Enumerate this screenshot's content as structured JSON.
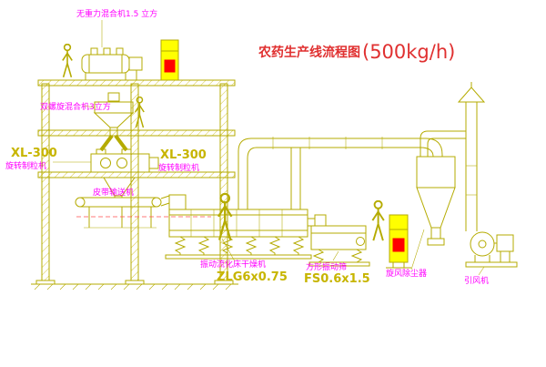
{
  "title": {
    "text": "农药生产线流程图",
    "capacity": "(500kg/h)"
  },
  "labels": {
    "mixer_top": "无重力混合机1.5 立方",
    "cone_mixer": "双螺旋混合机3立方",
    "granulator_left_model": "XL-300",
    "granulator_left_name": "旋转制粒机",
    "granulator_mid_model": "XL-300",
    "granulator_mid_name": "旋转制粒机",
    "belt_conveyor": "皮带输送机",
    "dryer_name": "振动流化床干燥机",
    "dryer_model": "ZLG6x0.75",
    "screen_name": "方形振动筛",
    "screen_model": "FS0.6x1.5",
    "cyclone_name": "旋风除尘器",
    "fan_name": "引风机"
  },
  "colors": {
    "line": "#b5ab00",
    "machine_text": "#c7b500",
    "label_text": "#ff00ff",
    "title_text": "#e03030",
    "cabinet_fill": "#ffff00",
    "accent_red": "#ff0000"
  }
}
